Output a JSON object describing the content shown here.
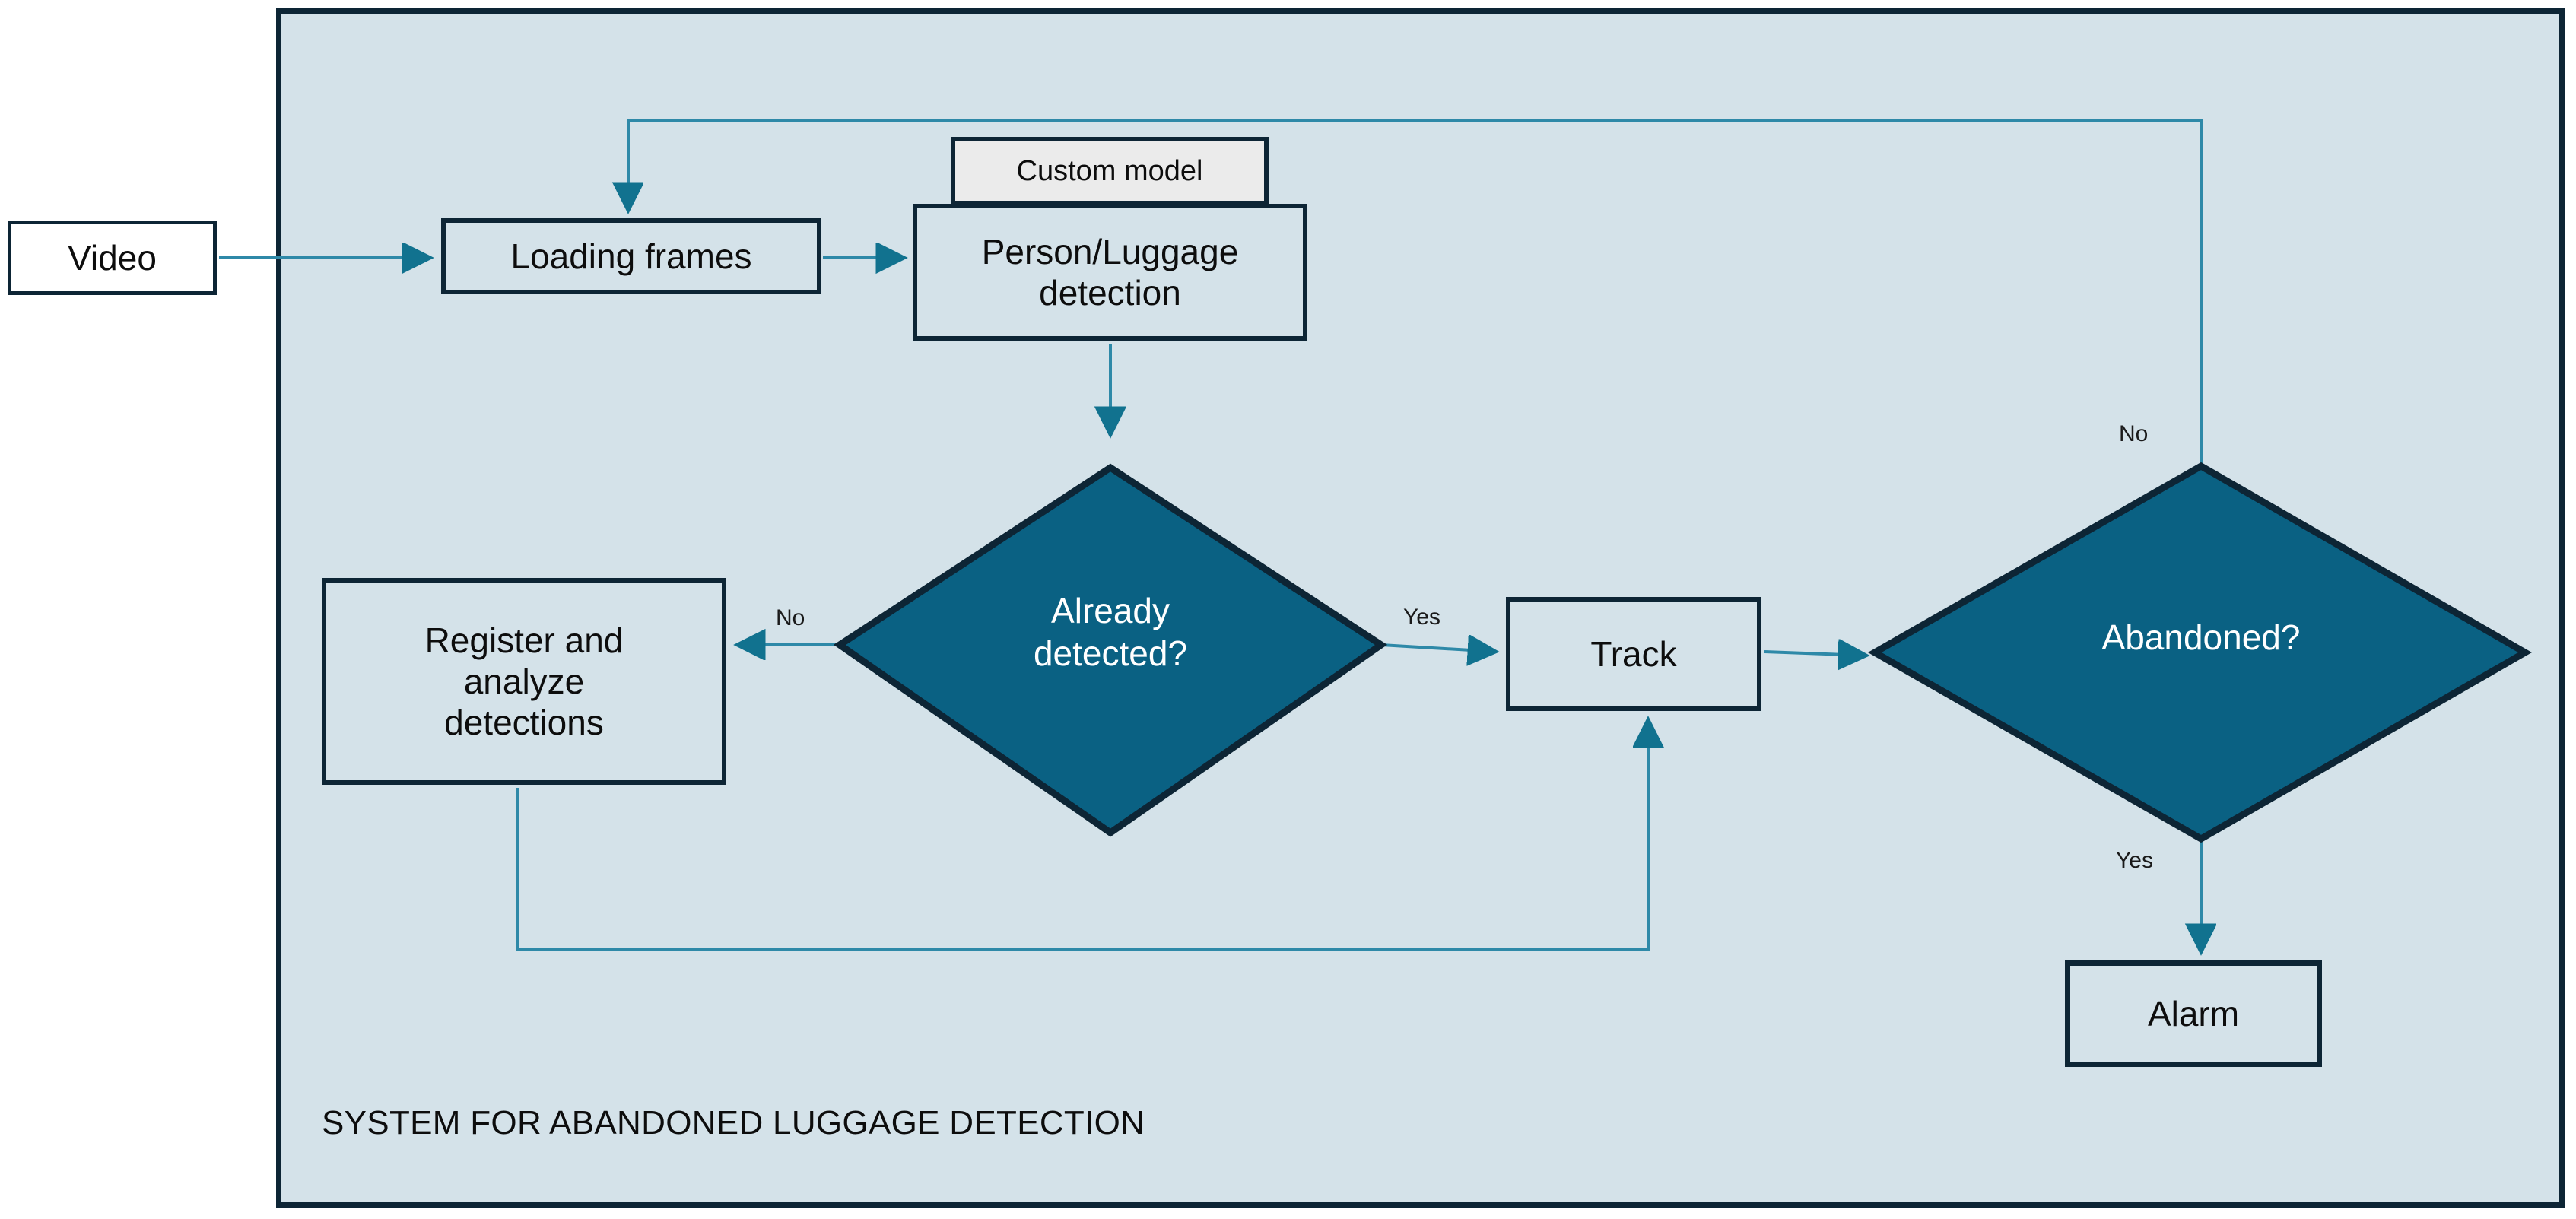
{
  "diagram": {
    "title": "SYSTEM FOR ABANDONED LUGGAGE DETECTION",
    "colors": {
      "container_fill": "#d4e2e9",
      "container_border": "#0d2535",
      "box_border": "#0d2535",
      "decision_fill": "#0a6183",
      "decision_text": "#ffffff",
      "arrow": "#11728f",
      "custom_model_fill": "#ebebeb"
    },
    "nodes": {
      "video": {
        "label": "Video",
        "shape": "process"
      },
      "loading_frames": {
        "label": "Loading frames",
        "shape": "process"
      },
      "custom_model": {
        "label": "Custom model",
        "shape": "annotation"
      },
      "detection": {
        "label_line1": "Person/Luggage",
        "label_line2": "detection",
        "shape": "process"
      },
      "already_detected": {
        "label_line1": "Already",
        "label_line2": "detected?",
        "shape": "decision"
      },
      "register": {
        "label_line1": "Register and",
        "label_line2": "analyze",
        "label_line3": "detections",
        "shape": "process"
      },
      "track": {
        "label": "Track",
        "shape": "process"
      },
      "abandoned": {
        "label": "Abandoned?",
        "shape": "decision"
      },
      "alarm": {
        "label": "Alarm",
        "shape": "process"
      }
    },
    "edge_labels": {
      "already_detected_no": "No",
      "already_detected_yes": "Yes",
      "abandoned_no": "No",
      "abandoned_yes": "Yes"
    }
  }
}
